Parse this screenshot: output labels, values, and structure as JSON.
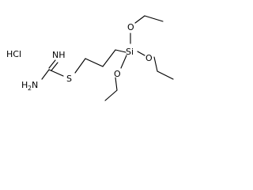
{
  "molecule": {
    "salt_label": "HCl",
    "atoms": {
      "imine": "NH",
      "amine": "NH",
      "amine_subscript": "2",
      "amine_hydrogen": "H",
      "sulfur": "S",
      "silicon": "Si",
      "oxygen_top": "O",
      "oxygen_right": "O",
      "oxygen_bottom": "O"
    }
  }
}
